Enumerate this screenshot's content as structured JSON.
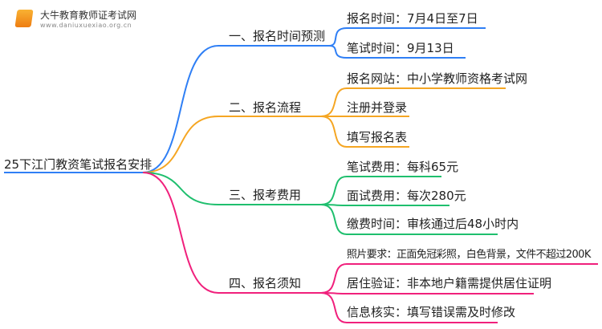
{
  "logo": {
    "name": "大牛教育教师证考试网",
    "url": "www.daniuxuexiao.org.cn"
  },
  "root": "25下江门教资笔试报名安排",
  "colors": {
    "blue": "#2f7ff5",
    "orange": "#f5a623",
    "green": "#1fbf6e",
    "pink": "#f0207c"
  },
  "branches": [
    {
      "label": "一、报名时间预测",
      "children": [
        "报名时间：7月4日至7日",
        "笔试时间：9月13日"
      ]
    },
    {
      "label": "二、报名流程",
      "children": [
        "报名网站：中小学教师资格考试网",
        "注册并登录",
        "填写报名表"
      ]
    },
    {
      "label": "三、报考费用",
      "children": [
        "笔试费用：每科65元",
        "面试费用：每次280元",
        "缴费时间：审核通过后48小时内"
      ]
    },
    {
      "label": "四、报名须知",
      "children": [
        "照片要求：正面免冠彩照，白色背景，文件不超过200K",
        "居住验证：非本地户籍需提供居住证明",
        "信息核实：填写错误需及时修改"
      ]
    }
  ]
}
